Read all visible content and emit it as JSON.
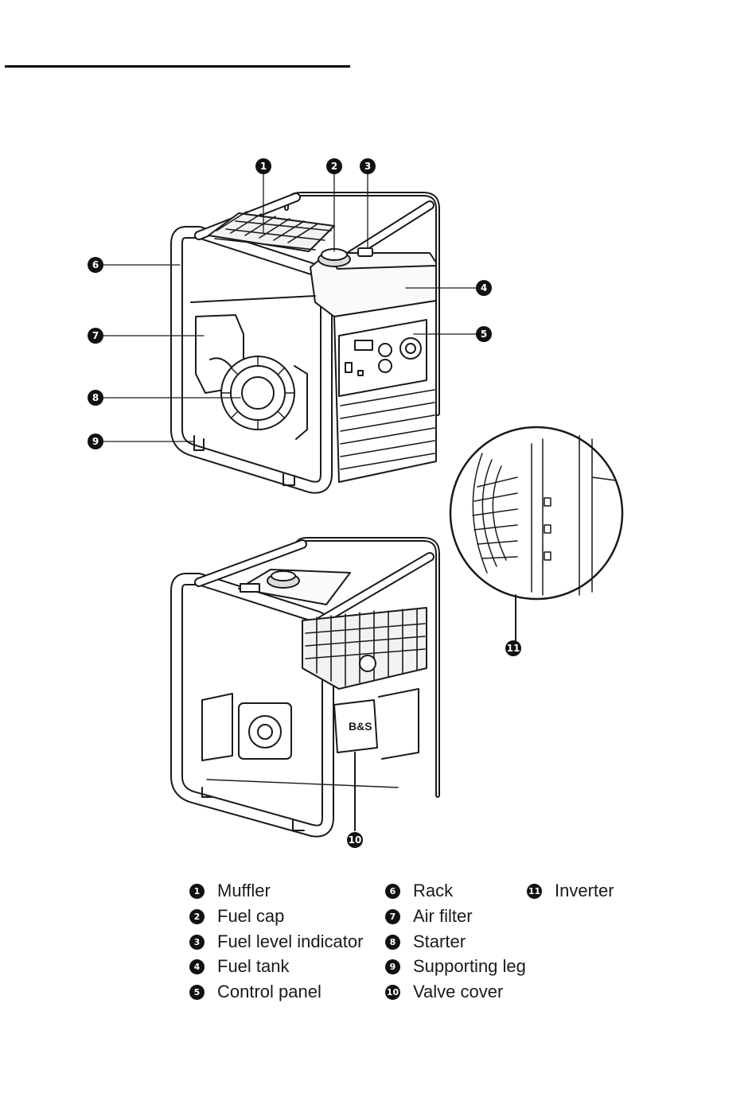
{
  "callouts": [
    {
      "num": "1",
      "label": "Muffler"
    },
    {
      "num": "2",
      "label": "Fuel cap"
    },
    {
      "num": "3",
      "label": "Fuel level indicator"
    },
    {
      "num": "4",
      "label": "Fuel tank"
    },
    {
      "num": "5",
      "label": "Control panel"
    },
    {
      "num": "6",
      "label": "Rack"
    },
    {
      "num": "7",
      "label": "Air filter"
    },
    {
      "num": "8",
      "label": "Starter"
    },
    {
      "num": "9",
      "label": "Supporting leg"
    },
    {
      "num": "10",
      "label": "Valve cover"
    },
    {
      "num": "11",
      "label": "Inverter"
    }
  ],
  "colors": {
    "ink": "#111111",
    "background": "#ffffff",
    "line": "#1a1a1a"
  }
}
